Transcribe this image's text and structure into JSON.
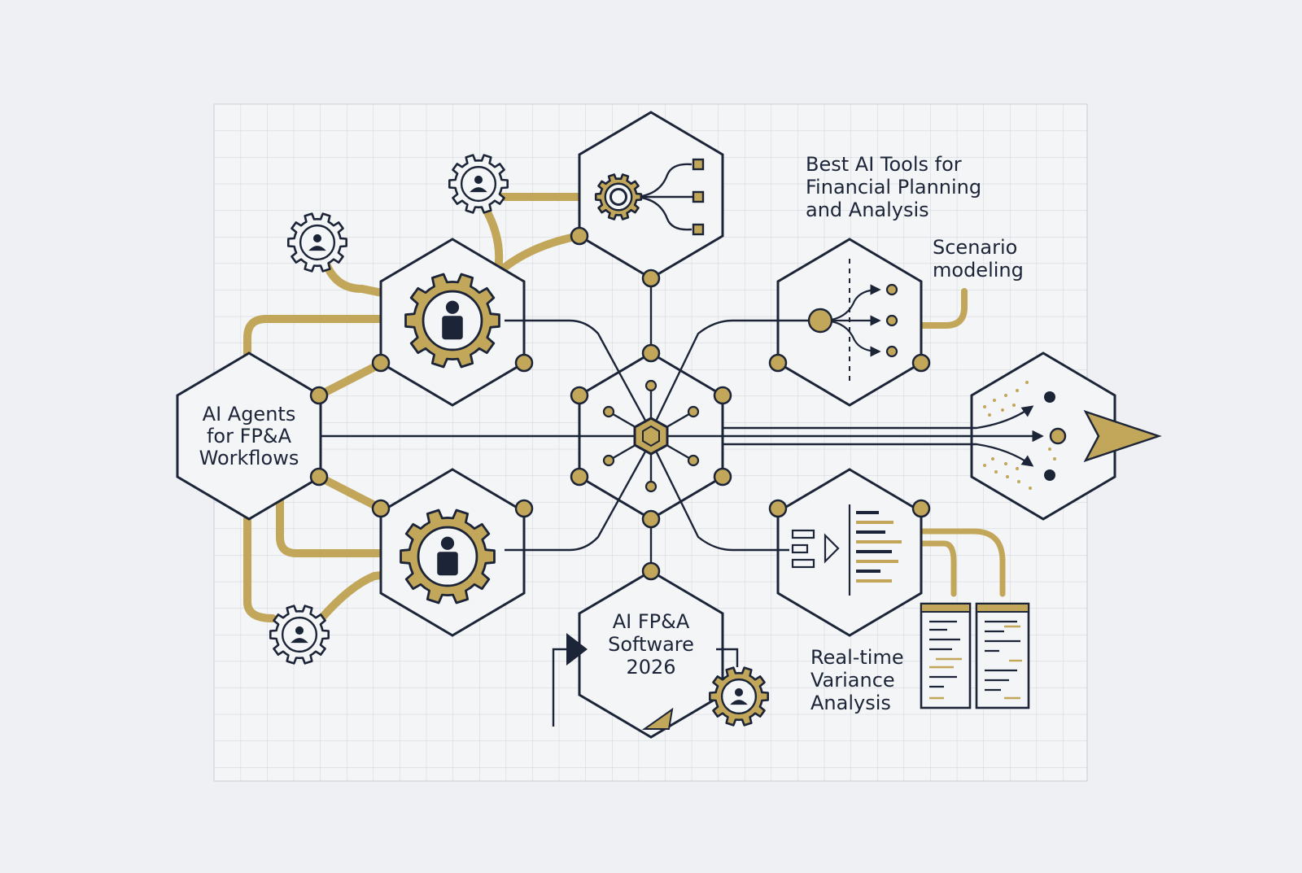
{
  "labels": {
    "title_lines": [
      "Best AI Tools for",
      "Financial Planning",
      "and Analysis"
    ],
    "agents_lines": [
      "AI Agents",
      "for FP&A",
      "Workflows"
    ],
    "scenario_lines": [
      "Scenario",
      "modeling"
    ],
    "software_lines": [
      "AI FP&A",
      "Software",
      "2026"
    ],
    "variance_lines": [
      "Real-time",
      "Variance",
      "Analysis"
    ]
  },
  "colors": {
    "navy": "#1c2538",
    "gold": "#c2a65a",
    "grid": "#c9ccd4",
    "background": "#eef0f3",
    "panel": "#f4f5f7"
  },
  "icons": [
    "gear-user-icon",
    "flow-split-icon",
    "hub-icon",
    "arrow-icon",
    "table-icon",
    "list-icon"
  ]
}
